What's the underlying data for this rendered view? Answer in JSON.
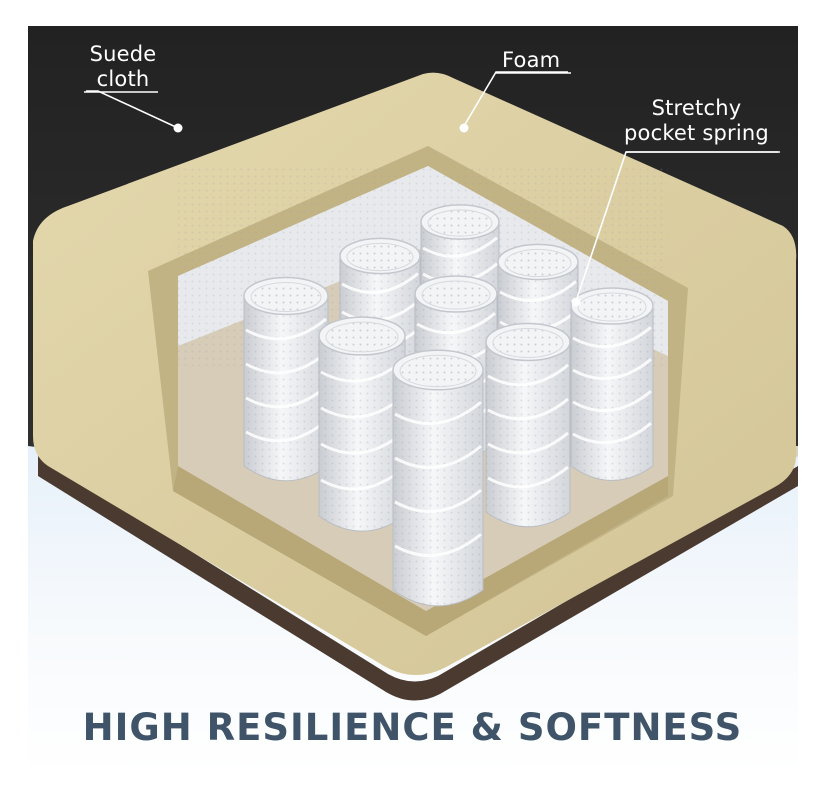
{
  "labels": {
    "suede": [
      "Suede",
      "cloth"
    ],
    "foam": "Foam",
    "spring": [
      "Stretchy",
      "pocket spring"
    ]
  },
  "headline": "HIGH RESILIENCE & SOFTNESS",
  "colors": {
    "background_dark": "#2a2a2a",
    "foam": "#ddd0a4",
    "foam_shadow": "#c8b98a",
    "base_fabric": "#d9d2c4",
    "spring_white": "#f1f2f4",
    "headline": "#3f5468",
    "label_text": "#ffffff"
  },
  "icons": [
    "spring-coil",
    "leader-line-dot"
  ]
}
